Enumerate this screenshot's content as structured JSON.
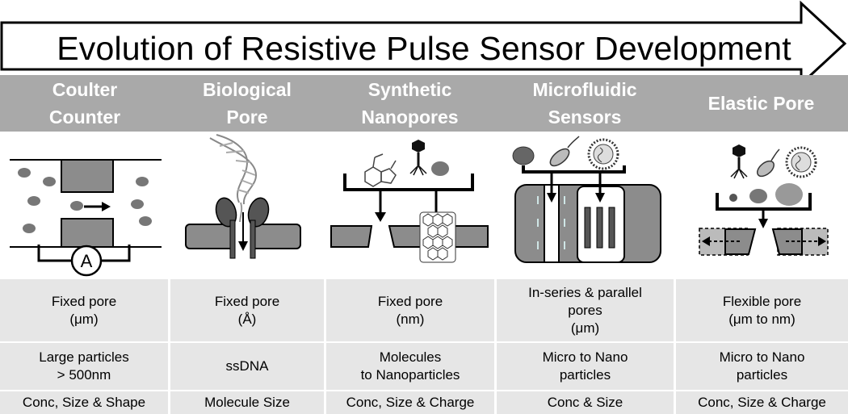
{
  "title": "Evolution of Resistive Pulse Sensor Development",
  "columns": [
    {
      "header_line1": "Coulter",
      "header_line2": "Counter",
      "pore_line1": "Fixed pore",
      "pore_line2": "(μm)",
      "pore_line3": "",
      "analyte_line1": "Large particles",
      "analyte_line2": "> 500nm",
      "measure": "Conc, Size & Shape",
      "ammeter_label": "A"
    },
    {
      "header_line1": "Biological",
      "header_line2": "Pore",
      "pore_line1": "Fixed pore",
      "pore_line2": "(Å)",
      "pore_line3": "",
      "analyte_line1": "ssDNA",
      "analyte_line2": "",
      "measure": "Molecule Size"
    },
    {
      "header_line1": "Synthetic",
      "header_line2": "Nanopores",
      "pore_line1": "Fixed pore",
      "pore_line2": "(nm)",
      "pore_line3": "",
      "analyte_line1": "Molecules",
      "analyte_line2": "to Nanoparticles",
      "measure": "Conc, Size & Charge"
    },
    {
      "header_line1": "Microfluidic",
      "header_line2": "Sensors",
      "pore_line1": "In-series & parallel",
      "pore_line2": "pores",
      "pore_line3": "(μm)",
      "analyte_line1": "Micro to Nano",
      "analyte_line2": "particles",
      "measure": "Conc & Size"
    },
    {
      "header_line1": "Elastic Pore",
      "header_line2": "",
      "pore_line1": "Flexible pore",
      "pore_line2": "(μm to nm)",
      "pore_line3": "",
      "analyte_line1": "Micro to Nano",
      "analyte_line2": "particles",
      "measure": "Conc, Size & Charge"
    }
  ],
  "colors": {
    "header_bg": "#a9a9a9",
    "row_bg": "#e6e6e6",
    "pore_gray": "#8c8c8c",
    "particle_gray": "#777777"
  }
}
